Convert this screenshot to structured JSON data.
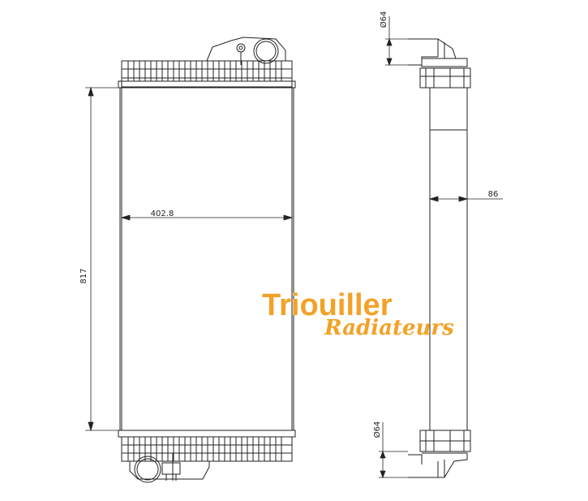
{
  "dimensions": {
    "height": "817",
    "width": "402.8",
    "depth": "86",
    "pipe_top": "Ø64",
    "pipe_bottom": "Ø64"
  },
  "logo": {
    "brand": "Triouiller",
    "tagline": "Radiateurs",
    "color": "#f2a227"
  },
  "colors": {
    "line": "#222222",
    "accent": "#f2a227"
  }
}
